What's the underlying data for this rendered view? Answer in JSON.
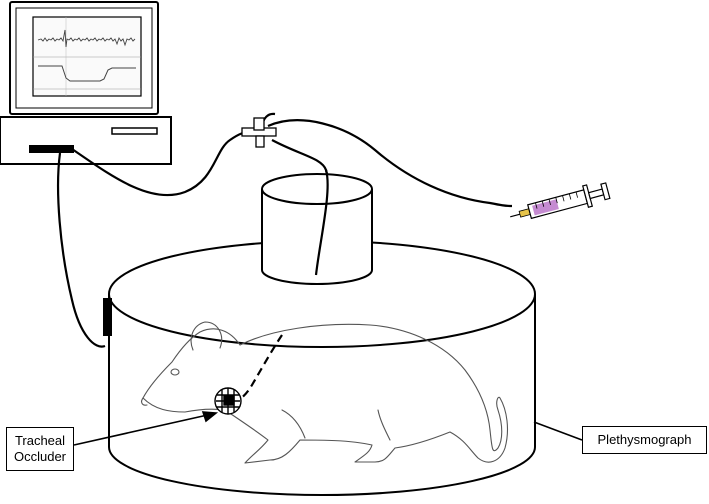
{
  "labels": {
    "tracheal_line1": "Tracheal",
    "tracheal_line2": "Occluder",
    "plethysmograph": "Plethysmograph"
  },
  "colors": {
    "stroke": "#000000",
    "mouse_outline": "#555555",
    "trace": "#444444",
    "syringe_liquid": "#c58bd1",
    "needle_tip": "#e7c44a"
  },
  "icons": {
    "computer": "desktop-computer-icon",
    "syringe": "syringe-icon",
    "mouse": "mouse-outline-icon",
    "occluder": "occluder-valve-icon"
  }
}
